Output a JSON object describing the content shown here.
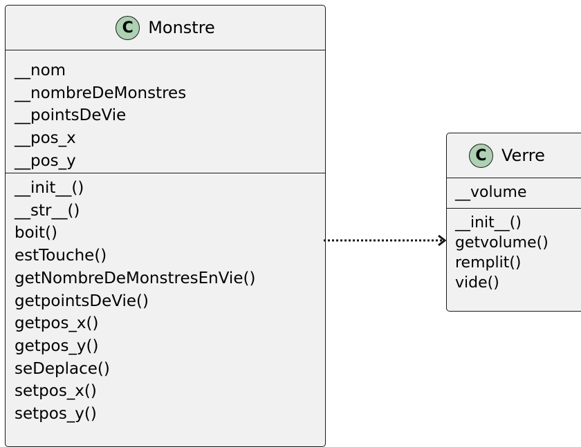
{
  "diagram": {
    "stereotype_letter": "C",
    "classes": [
      {
        "name": "Monstre",
        "fields": [
          "__nom",
          "__nombreDeMonstres",
          "__pointsDeVie",
          "__pos_x",
          "__pos_y"
        ],
        "methods": [
          "__init__()",
          "__str__()",
          "boit()",
          "estTouche()",
          "getNombreDeMonstresEnVie()",
          "getpointsDeVie()",
          "getpos_x()",
          "getpos_y()",
          "seDeplace()",
          "setpos_x()",
          "setpos_y()"
        ]
      },
      {
        "name": "Verre",
        "fields": [
          "__volume"
        ],
        "methods": [
          "__init__()",
          "getvolume()",
          "remplit()",
          "vide()"
        ]
      }
    ],
    "relations": [
      {
        "from": "Monstre",
        "to": "Verre",
        "type": "dependency"
      }
    ],
    "colors": {
      "class_fill": "#f1f1f1",
      "border": "#181818",
      "stereotype_fill": "#add1b2",
      "background": "#ffffff"
    }
  }
}
